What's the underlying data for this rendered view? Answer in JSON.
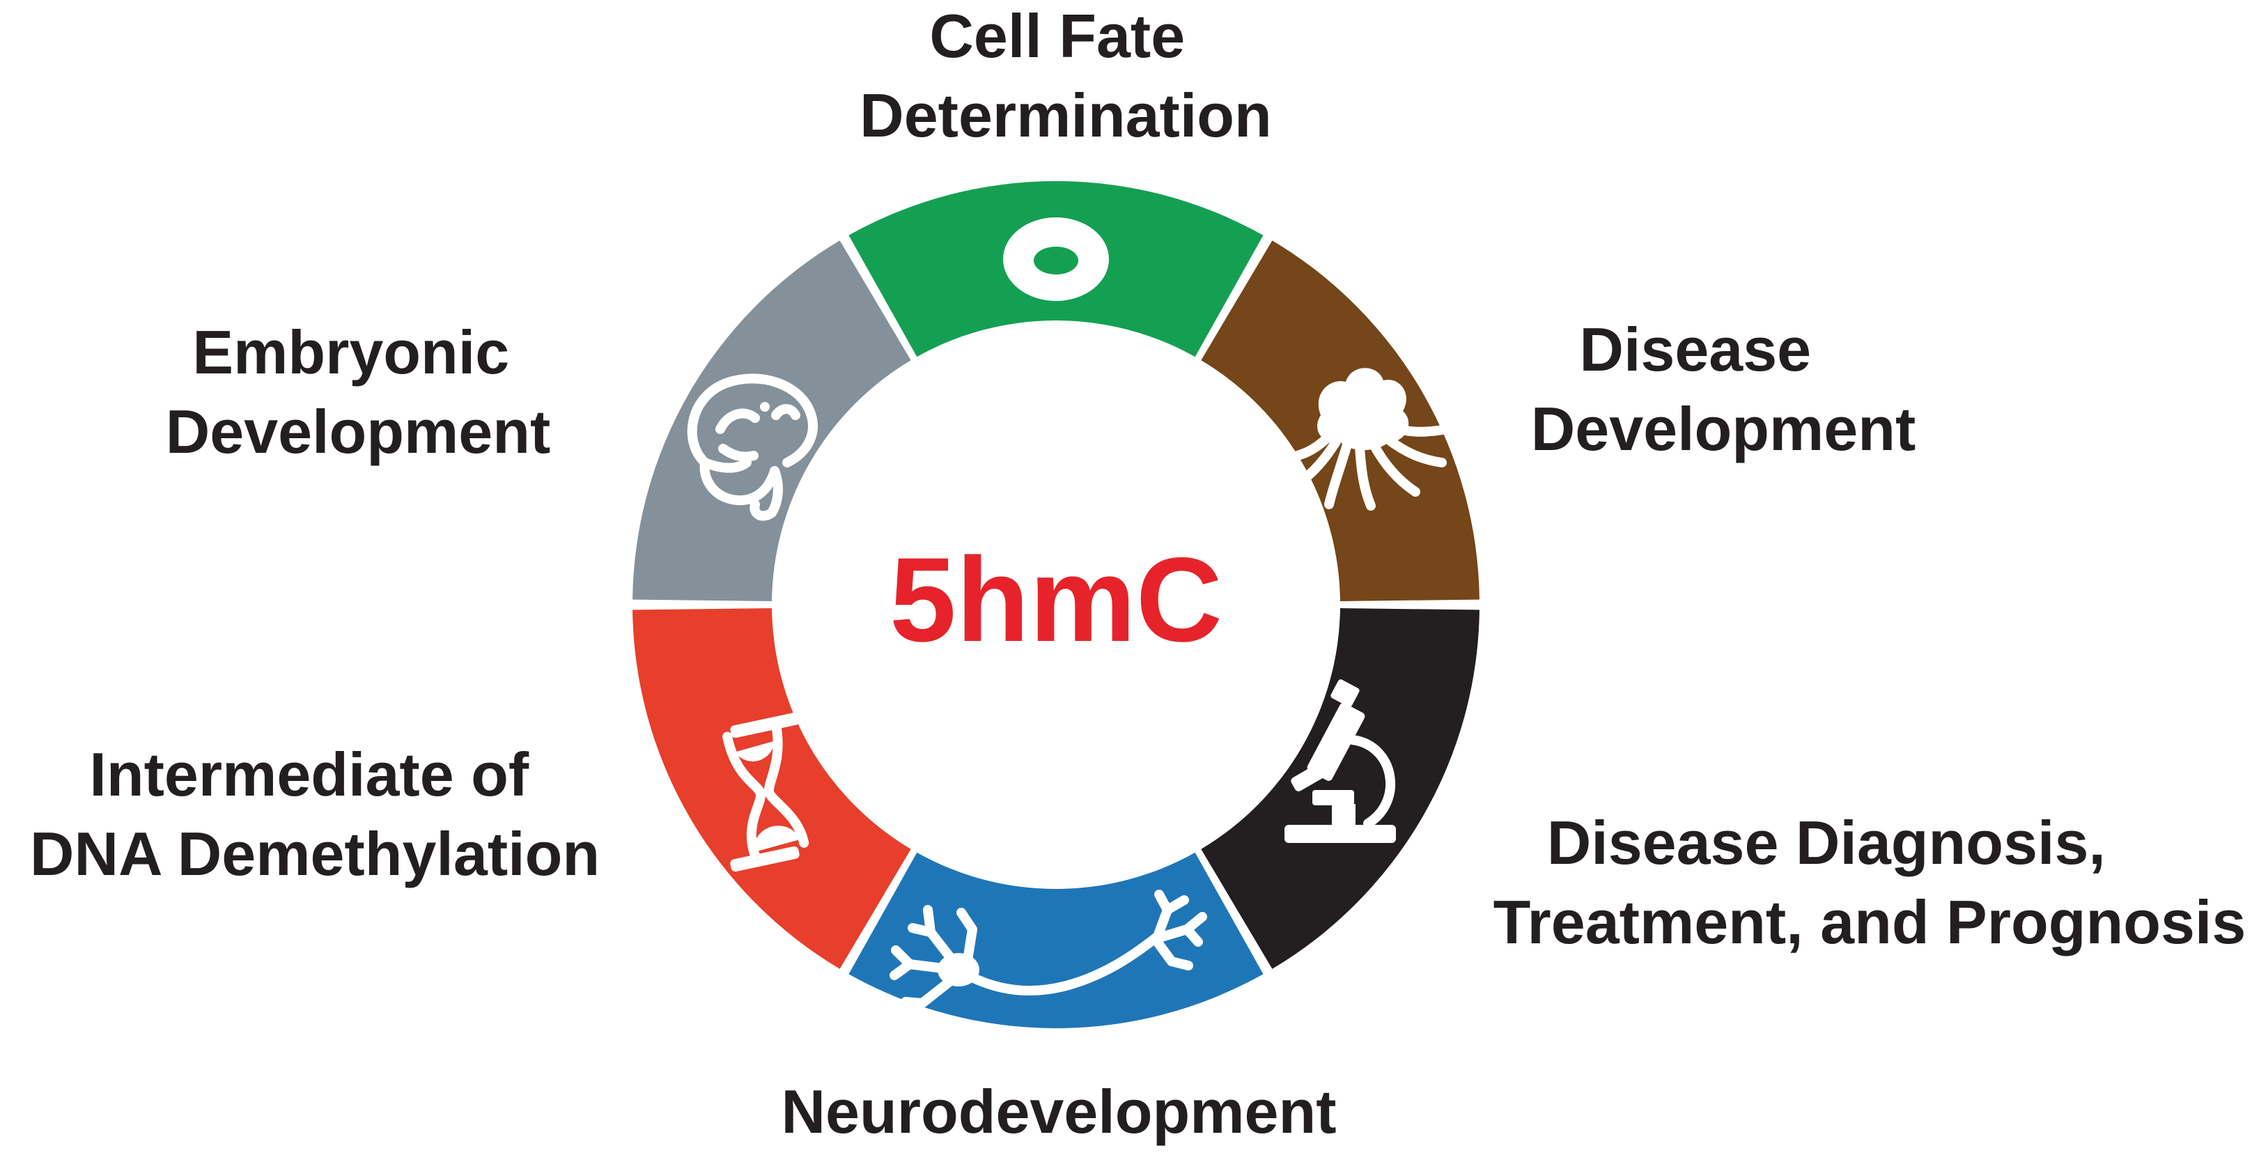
{
  "center": {
    "label": "5hmC",
    "color": "#e6232a"
  },
  "segments": [
    {
      "id": "cell-fate",
      "label_lines": [
        "Cell Fate",
        "Determination"
      ],
      "color": "#14a052",
      "icon": "cell-icon"
    },
    {
      "id": "disease-development",
      "label_lines": [
        "Disease",
        "Development"
      ],
      "color": "#744619",
      "icon": "tumor-icon"
    },
    {
      "id": "disease-diagnosis",
      "label_lines": [
        "Disease Diagnosis,",
        "Treatment, and Prognosis"
      ],
      "color": "#231f20",
      "icon": "microscope-icon"
    },
    {
      "id": "neurodevelopment",
      "label_lines": [
        "Neurodevelopment"
      ],
      "color": "#1f76b7",
      "icon": "neuron-icon"
    },
    {
      "id": "dna-demethylation",
      "label_lines": [
        "Intermediate of",
        "DNA Demethylation"
      ],
      "color": "#e83e2c",
      "icon": "hourglass-icon"
    },
    {
      "id": "embryonic-development",
      "label_lines": [
        "Embryonic",
        "Development"
      ],
      "color": "#84919a",
      "icon": "embryo-icon"
    }
  ]
}
